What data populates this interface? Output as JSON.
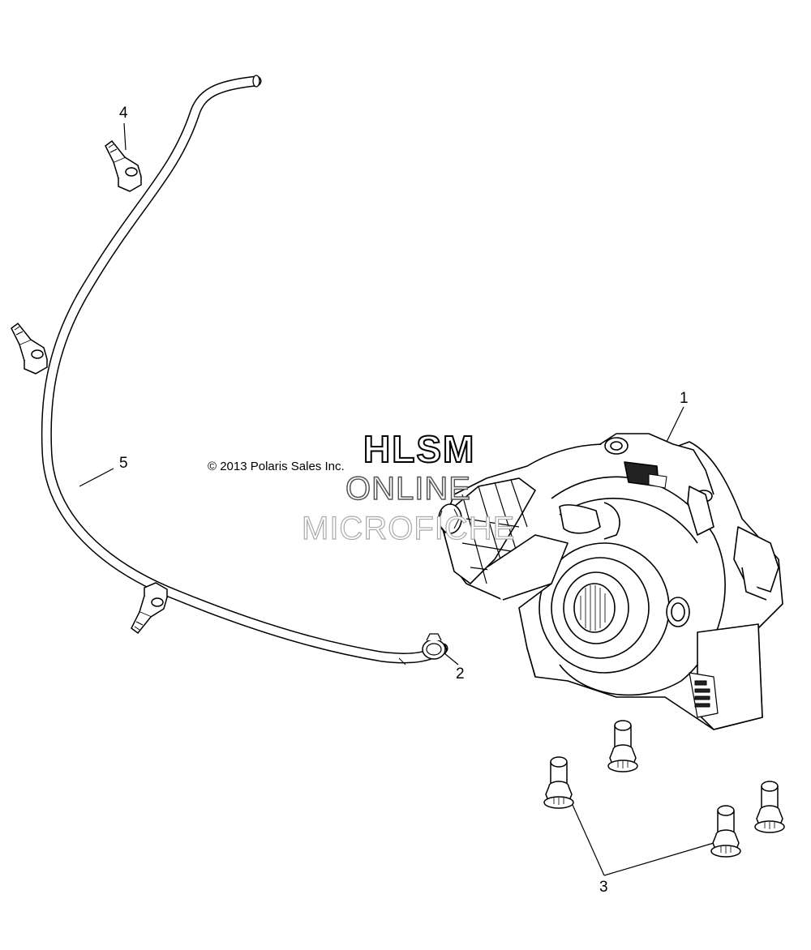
{
  "diagram": {
    "copyright": "© 2013 Polaris Sales Inc.",
    "watermark": {
      "line1": "HLSM",
      "line2": "ONLINE",
      "line3": "MICROFICHE"
    },
    "callouts": [
      {
        "id": "callout-1",
        "label": "1"
      },
      {
        "id": "callout-2",
        "label": "2"
      },
      {
        "id": "callout-3",
        "label": "3"
      },
      {
        "id": "callout-4",
        "label": "4"
      },
      {
        "id": "callout-5",
        "label": "5"
      }
    ],
    "parts": [
      {
        "callout": "1",
        "name": "gearcase"
      },
      {
        "callout": "2",
        "name": "hose-clamp"
      },
      {
        "callout": "3",
        "name": "flange-bolt"
      },
      {
        "callout": "4",
        "name": "hose-retainer-clip"
      },
      {
        "callout": "5",
        "name": "vent-hose"
      }
    ]
  }
}
